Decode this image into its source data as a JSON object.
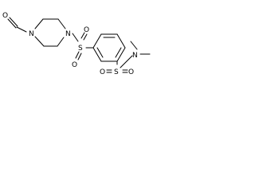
{
  "molecule": {
    "atoms": {
      "aldehyde_oxygen": "O",
      "piperazine_n1": "N",
      "piperazine_n4": "N",
      "sulfonyl1_sulfur": "S",
      "sulfonyl1_oxygen_top": "O",
      "sulfonyl1_oxygen_bottom": "O",
      "sulfonamide_sulfur": "S",
      "sulfonamide_oxygen_top": "O",
      "sulfonamide_oxygen_bottom": "O",
      "dimethylamine_n": "N"
    },
    "colors": {
      "bond": "#000000",
      "label": "#000000",
      "background": "#ffffff"
    }
  }
}
